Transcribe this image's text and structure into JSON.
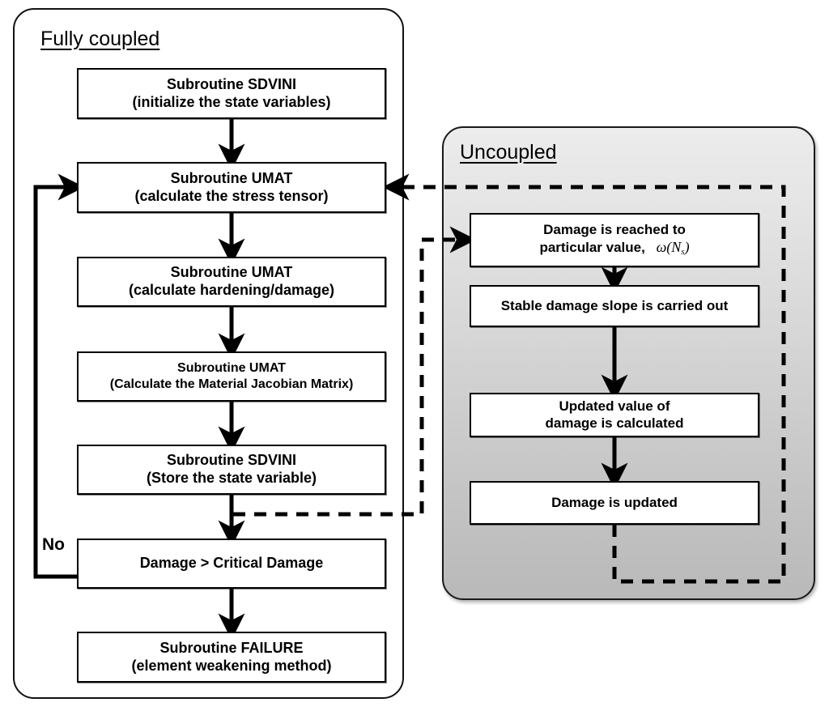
{
  "figure": {
    "kind": "flowchart",
    "panels": [
      {
        "id": "fully-coupled",
        "title": "Fully coupled",
        "nodes": [
          {
            "line1": "Subroutine SDVINI",
            "line2": "(initialize the state variables)"
          },
          {
            "line1": "Subroutine UMAT",
            "line2": "(calculate the stress tensor)"
          },
          {
            "line1": "Subroutine UMAT",
            "line2": "(calculate hardening/damage)"
          },
          {
            "line1": "Subroutine UMAT",
            "line2": "(Calculate the Material Jacobian Matrix)"
          },
          {
            "line1": "Subroutine SDVINI",
            "line2": "(Store the state variable)"
          },
          {
            "line1": "Damage > Critical Damage",
            "line2": ""
          },
          {
            "line1": "Subroutine FAILURE",
            "line2": "(element weakening method)"
          }
        ],
        "edge_labels": {
          "no": "No"
        }
      },
      {
        "id": "uncoupled",
        "title": "Uncoupled",
        "nodes": [
          {
            "line1": "Damage is reached to",
            "line2": "particular value,",
            "formula": "ω(N",
            "formula_sub": "s",
            "formula_tail": ")"
          },
          {
            "line1": "Stable damage slope is carried out",
            "line2": ""
          },
          {
            "line1": "Updated value of",
            "line2": "damage is calculated"
          },
          {
            "line1": "Damage is updated",
            "line2": ""
          }
        ]
      }
    ],
    "colors": {
      "stroke": "#000000",
      "box_fill": "#ffffff",
      "panel_left_fill": "#ffffff",
      "panel_right_gradient_top": "#ececec",
      "panel_right_gradient_bottom": "#b9b9b9"
    }
  }
}
